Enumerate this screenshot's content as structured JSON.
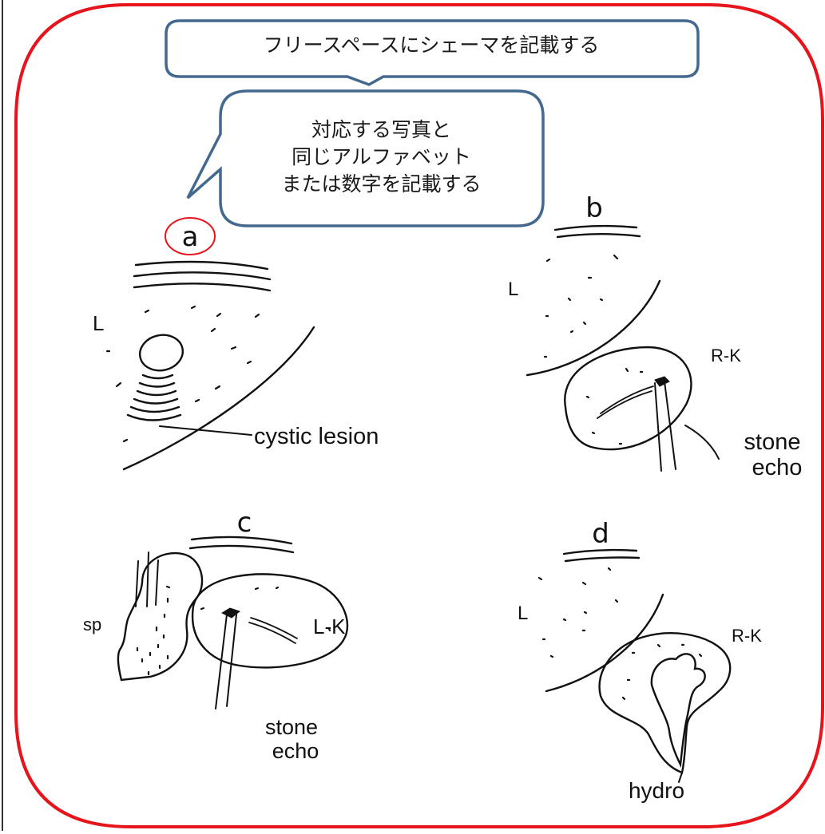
{
  "callouts": {
    "top": "フリースペースにシェーマを記載する",
    "middle": [
      "対応する写真と",
      "同じアルファベット",
      "または数字を記載する"
    ]
  },
  "panels": {
    "a": {
      "letter": "a",
      "labels": {
        "organ": "L",
        "lesion": "cystic lesion"
      }
    },
    "b": {
      "letter": "b",
      "labels": {
        "organ": "L",
        "kidney": "R-K",
        "finding_line1": "stone",
        "finding_line2": "echo"
      }
    },
    "c": {
      "letter": "c",
      "labels": {
        "organ": "sp",
        "kidney": "L-K",
        "finding_line1": "stone",
        "finding_line2": "echo"
      }
    },
    "d": {
      "letter": "d",
      "labels": {
        "organ": "L",
        "kidney": "R-K",
        "finding": "hydro"
      }
    }
  },
  "colors": {
    "frame": "#e8141c",
    "callout_border": "#44698e",
    "ink": "#111111"
  }
}
